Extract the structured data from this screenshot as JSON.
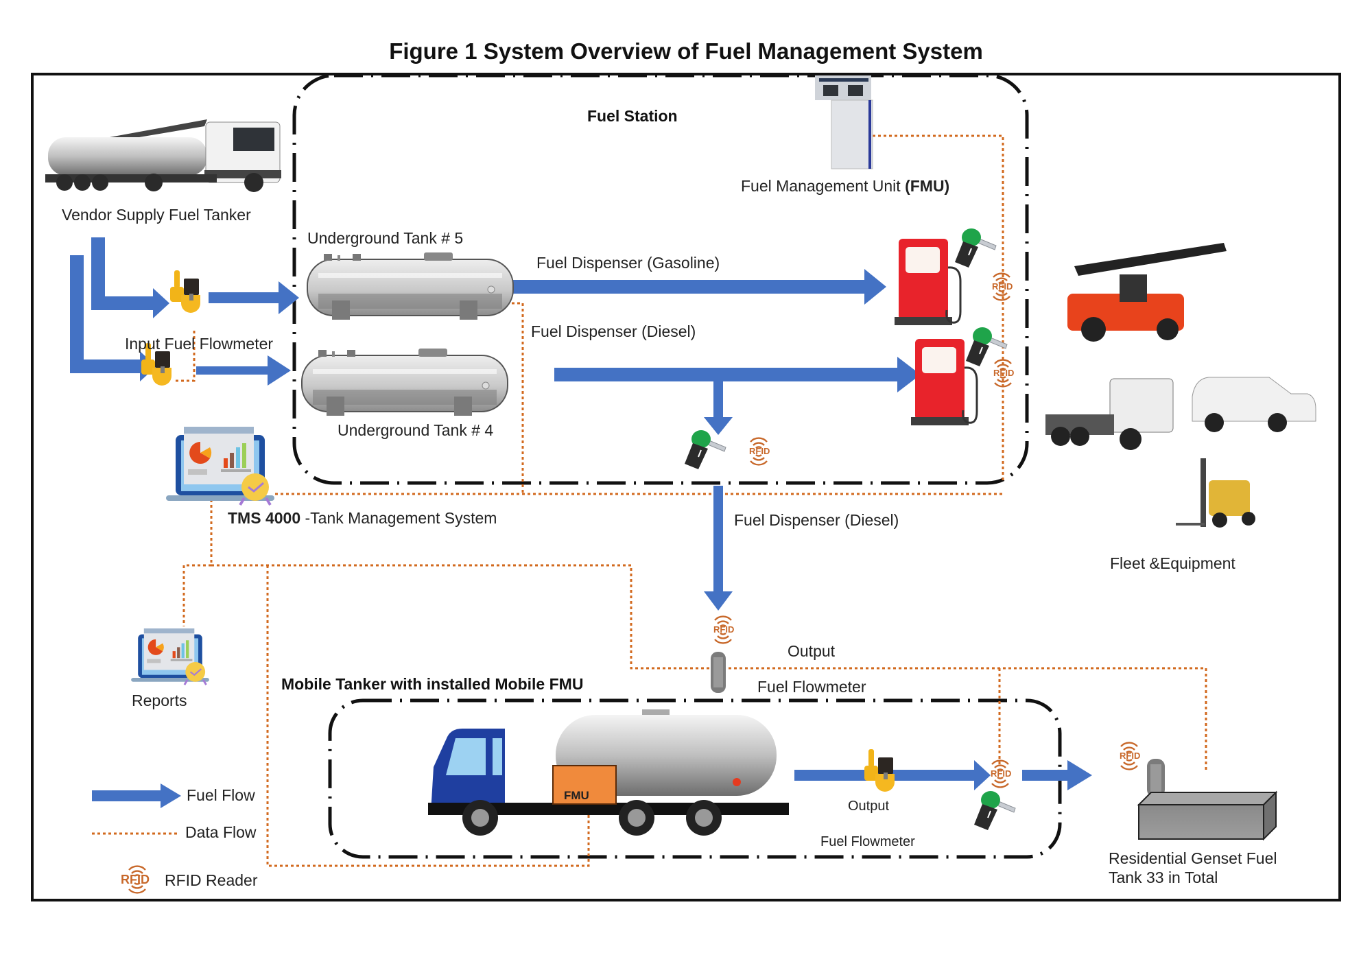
{
  "figure": {
    "title": "Figure 1 System Overview of Fuel Management System"
  },
  "colors": {
    "fuel_flow": "#4472C4",
    "data_flow": "#D2691E",
    "rfid": "#C8682A",
    "boundary": "#111111",
    "dispenser_red": "#E8232B",
    "nozzle_green": "#1FA44A",
    "flowmeter_yellow": "#F2B418",
    "fmu_orange": "#F08A3C",
    "truck_blue": "#1F3FA0"
  },
  "zones": {
    "fuel_station": "Fuel Station",
    "mobile_tanker": "Mobile Tanker with installed Mobile FMU"
  },
  "nodes": {
    "vendor_tanker": "Vendor Supply Fuel Tanker",
    "input_flowmeter": "Input Fuel Flowmeter",
    "tank5": "Underground Tank # 5",
    "tank4": "Underground Tank # 4",
    "fmu_prefix": "Fuel Management Unit ",
    "fmu_bold": "(FMU)",
    "dispenser_gasoline": "Fuel Dispenser (Gasoline)",
    "dispenser_diesel": "Fuel Dispenser (Diesel)",
    "dispenser_diesel_2": "Fuel Dispenser (Diesel)",
    "tms_bold": "TMS  4000",
    "tms_rest": " -Tank Management System",
    "reports": "Reports",
    "fleet": "Fleet &Equipment",
    "output_top": "Output",
    "flowmeter_top": "Fuel Flowmeter",
    "output_bottom": "Output",
    "flowmeter_bottom": "Fuel Flowmeter",
    "fmu_box": "FMU",
    "genset_line1": "Residential Genset Fuel",
    "genset_line2": "Tank 33 in Total",
    "rfid": "RFID"
  },
  "legend": {
    "fuel_flow": "Fuel Flow",
    "data_flow": "Data Flow",
    "rfid_tag": "RFID",
    "rfid_reader": "RFID Reader"
  }
}
